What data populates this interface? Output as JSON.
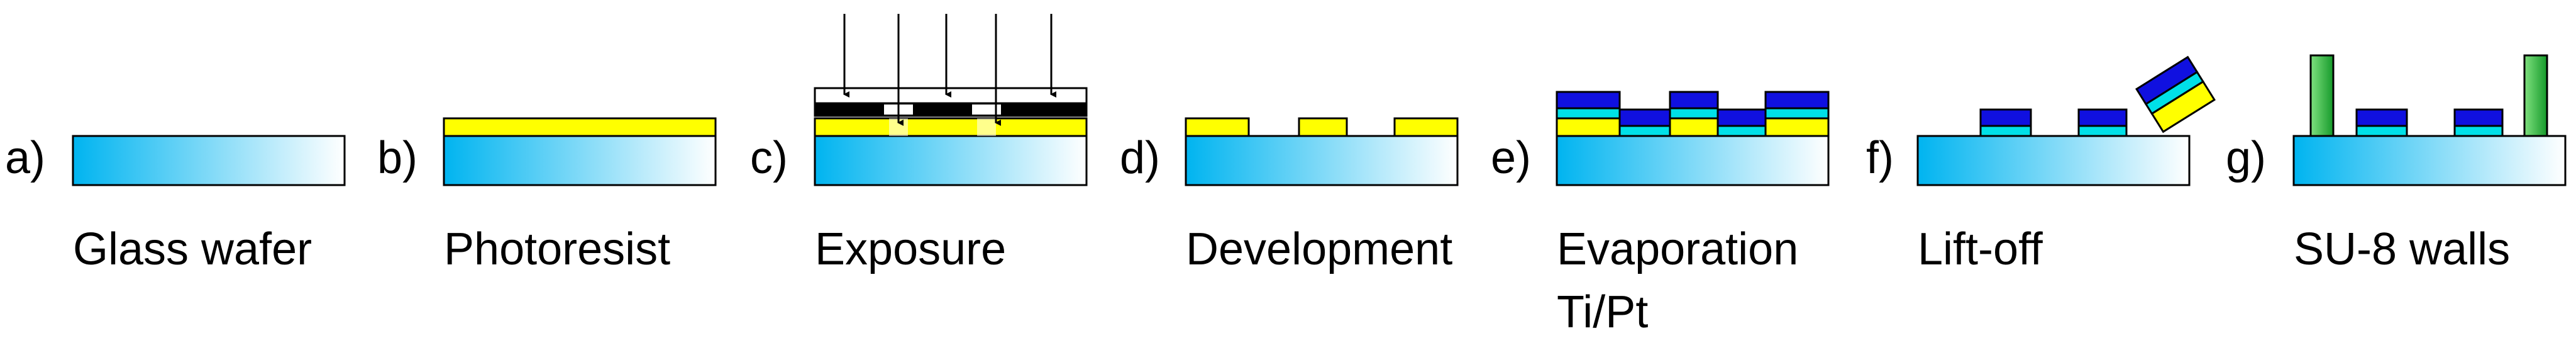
{
  "colors": {
    "wafer_start": "#00b4f0",
    "wafer_end": "#ffffff",
    "photoresist": "#ffff00",
    "mask_dark": "#000000",
    "titanium": "#00e0e8",
    "platinum": "#1010e0",
    "su8": "#22aa33",
    "outline": "#000000"
  },
  "steps": [
    {
      "letter": "a)",
      "caption": [
        "Glass wafer"
      ]
    },
    {
      "letter": "b)",
      "caption": [
        "Photoresist"
      ]
    },
    {
      "letter": "c)",
      "caption": [
        "Exposure"
      ]
    },
    {
      "letter": "d)",
      "caption": [
        "Development"
      ]
    },
    {
      "letter": "e)",
      "caption": [
        "Evaporation",
        "Ti/Pt"
      ]
    },
    {
      "letter": "f)",
      "caption": [
        "Lift-off"
      ]
    },
    {
      "letter": "g)",
      "caption": [
        "SU-8 walls"
      ]
    }
  ]
}
